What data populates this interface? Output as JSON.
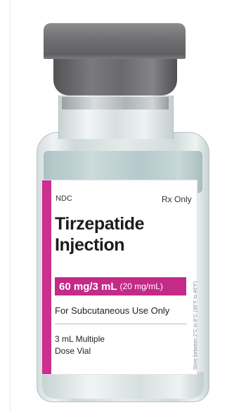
{
  "label": {
    "ndc": "NDC",
    "rx": "Rx Only",
    "title_line1": "Tirzepatide",
    "title_line2": "Injection",
    "strength_main": "60 mg/3 mL",
    "strength_sub": "(20 mg/mL)",
    "usage": "For Subcutaneous Use Only",
    "vial_line1": "3 mL Multiple",
    "vial_line2": "Dose Vial",
    "side_text": "Store between 2°C to 8°C (36°F to 46°F)"
  },
  "colors": {
    "accent": "#cc2f8d",
    "cap": "#6e6e71",
    "glass": "#dfe6e6"
  }
}
